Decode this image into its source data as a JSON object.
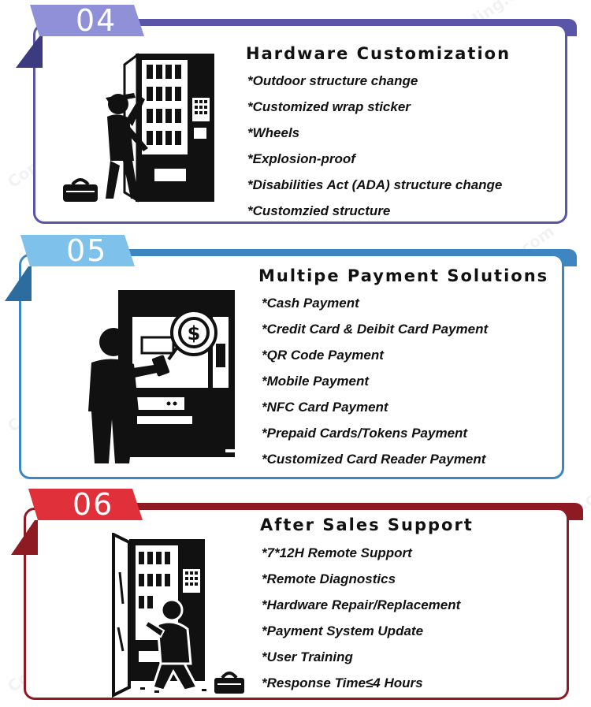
{
  "watermark": "Copyright to focusvending.com",
  "sections": [
    {
      "number": "04",
      "title": "Hardware Customization",
      "accent": "#5a55a8",
      "accent_light": "#8f90d8",
      "items": [
        "*Outdoor structure change",
        "*Customized wrap sticker",
        "*Wheels",
        "*Explosion-proof",
        "*Disabilities Act (ADA) structure change",
        "*Customzied structure"
      ]
    },
    {
      "number": "05",
      "title": "Multipe Payment Solutions",
      "accent": "#3d86c2",
      "accent_light": "#7ec1ea",
      "items": [
        "*Cash Payment",
        "*Credit Card & Deibit Card Payment",
        "*QR Code Payment",
        "*Mobile Payment",
        "*NFC Card Payment",
        "*Prepaid Cards/Tokens Payment",
        "*Customized Card Reader Payment"
      ]
    },
    {
      "number": "06",
      "title": "After Sales Support",
      "accent": "#8e1a24",
      "accent_light": "#e0313a",
      "items": [
        "*7*12H Remote Support",
        "*Remote Diagnostics",
        "*Hardware Repair/Replacement",
        "*Payment System Update",
        "*User Training",
        "*Response Time≤4 Hours"
      ]
    }
  ]
}
